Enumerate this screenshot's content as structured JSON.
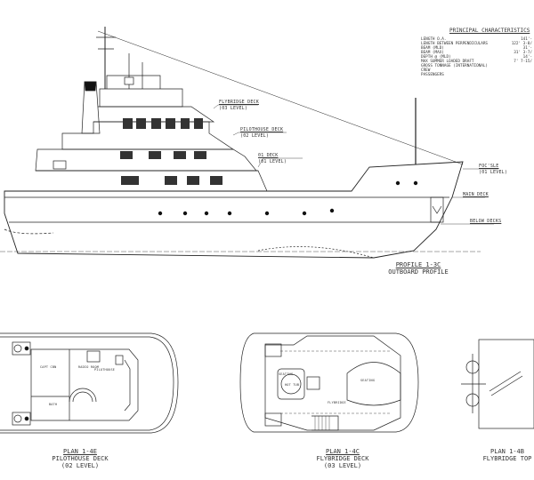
{
  "principal_characteristics": {
    "title": "PRINCIPAL CHARACTERISTICS",
    "rows": [
      {
        "label": "LENGTH O.A.",
        "value": "141'-"
      },
      {
        "label": "LENGTH BETWEEN PERPENDICULARS",
        "value": "122' 3-8/"
      },
      {
        "label": "BEAM (MLD)",
        "value": "31'-"
      },
      {
        "label": "BEAM (MAX)",
        "value": "31' 3-7/"
      },
      {
        "label": "DEPTH @ (MLD)",
        "value": "14'-"
      },
      {
        "label": "MAX SUMMER LOADED DRAFT",
        "value": "7' 7-15/"
      },
      {
        "label": "GROSS TONNAGE (INTERNATIONAL)",
        "value": ""
      },
      {
        "label": "CREW",
        "value": ""
      },
      {
        "label": "PASSENGERS",
        "value": ""
      }
    ]
  },
  "profile": {
    "deck_labels": {
      "flybridge": [
        "FLYBRIDGE DECK",
        "(03 LEVEL)"
      ],
      "pilothouse": [
        "PILOTHOUSE DECK",
        "(02 LEVEL)"
      ],
      "deck01": [
        "01 DECK",
        "(01 LEVEL)"
      ],
      "focsle": [
        "FOC'SLE",
        "(01 LEVEL)"
      ],
      "main": "MAIN DECK",
      "below": "BELOW DECKS"
    },
    "caption": [
      "PROFILE 1-3C",
      "OUTBOARD PROFILE"
    ]
  },
  "plans": [
    {
      "caption": [
        "PLAN 1-4E",
        "PILOTHOUSE DECK",
        "(02 LEVEL)"
      ],
      "rooms": [
        "CAPT CBN",
        "RADIO ROOM",
        "PILOTHOUSE",
        "BATH"
      ]
    },
    {
      "caption": [
        "PLAN 1-4C",
        "FLYBRIDGE DECK",
        "(03 LEVEL)"
      ],
      "rooms": [
        "HOT TUB",
        "SEATING",
        "FLYBRIDGE",
        "SEATING"
      ]
    },
    {
      "caption": [
        "PLAN 1-4B",
        "FLYBRIDGE TOP"
      ],
      "rooms": []
    }
  ],
  "colors": {
    "line": "#222222",
    "background": "#ffffff"
  }
}
